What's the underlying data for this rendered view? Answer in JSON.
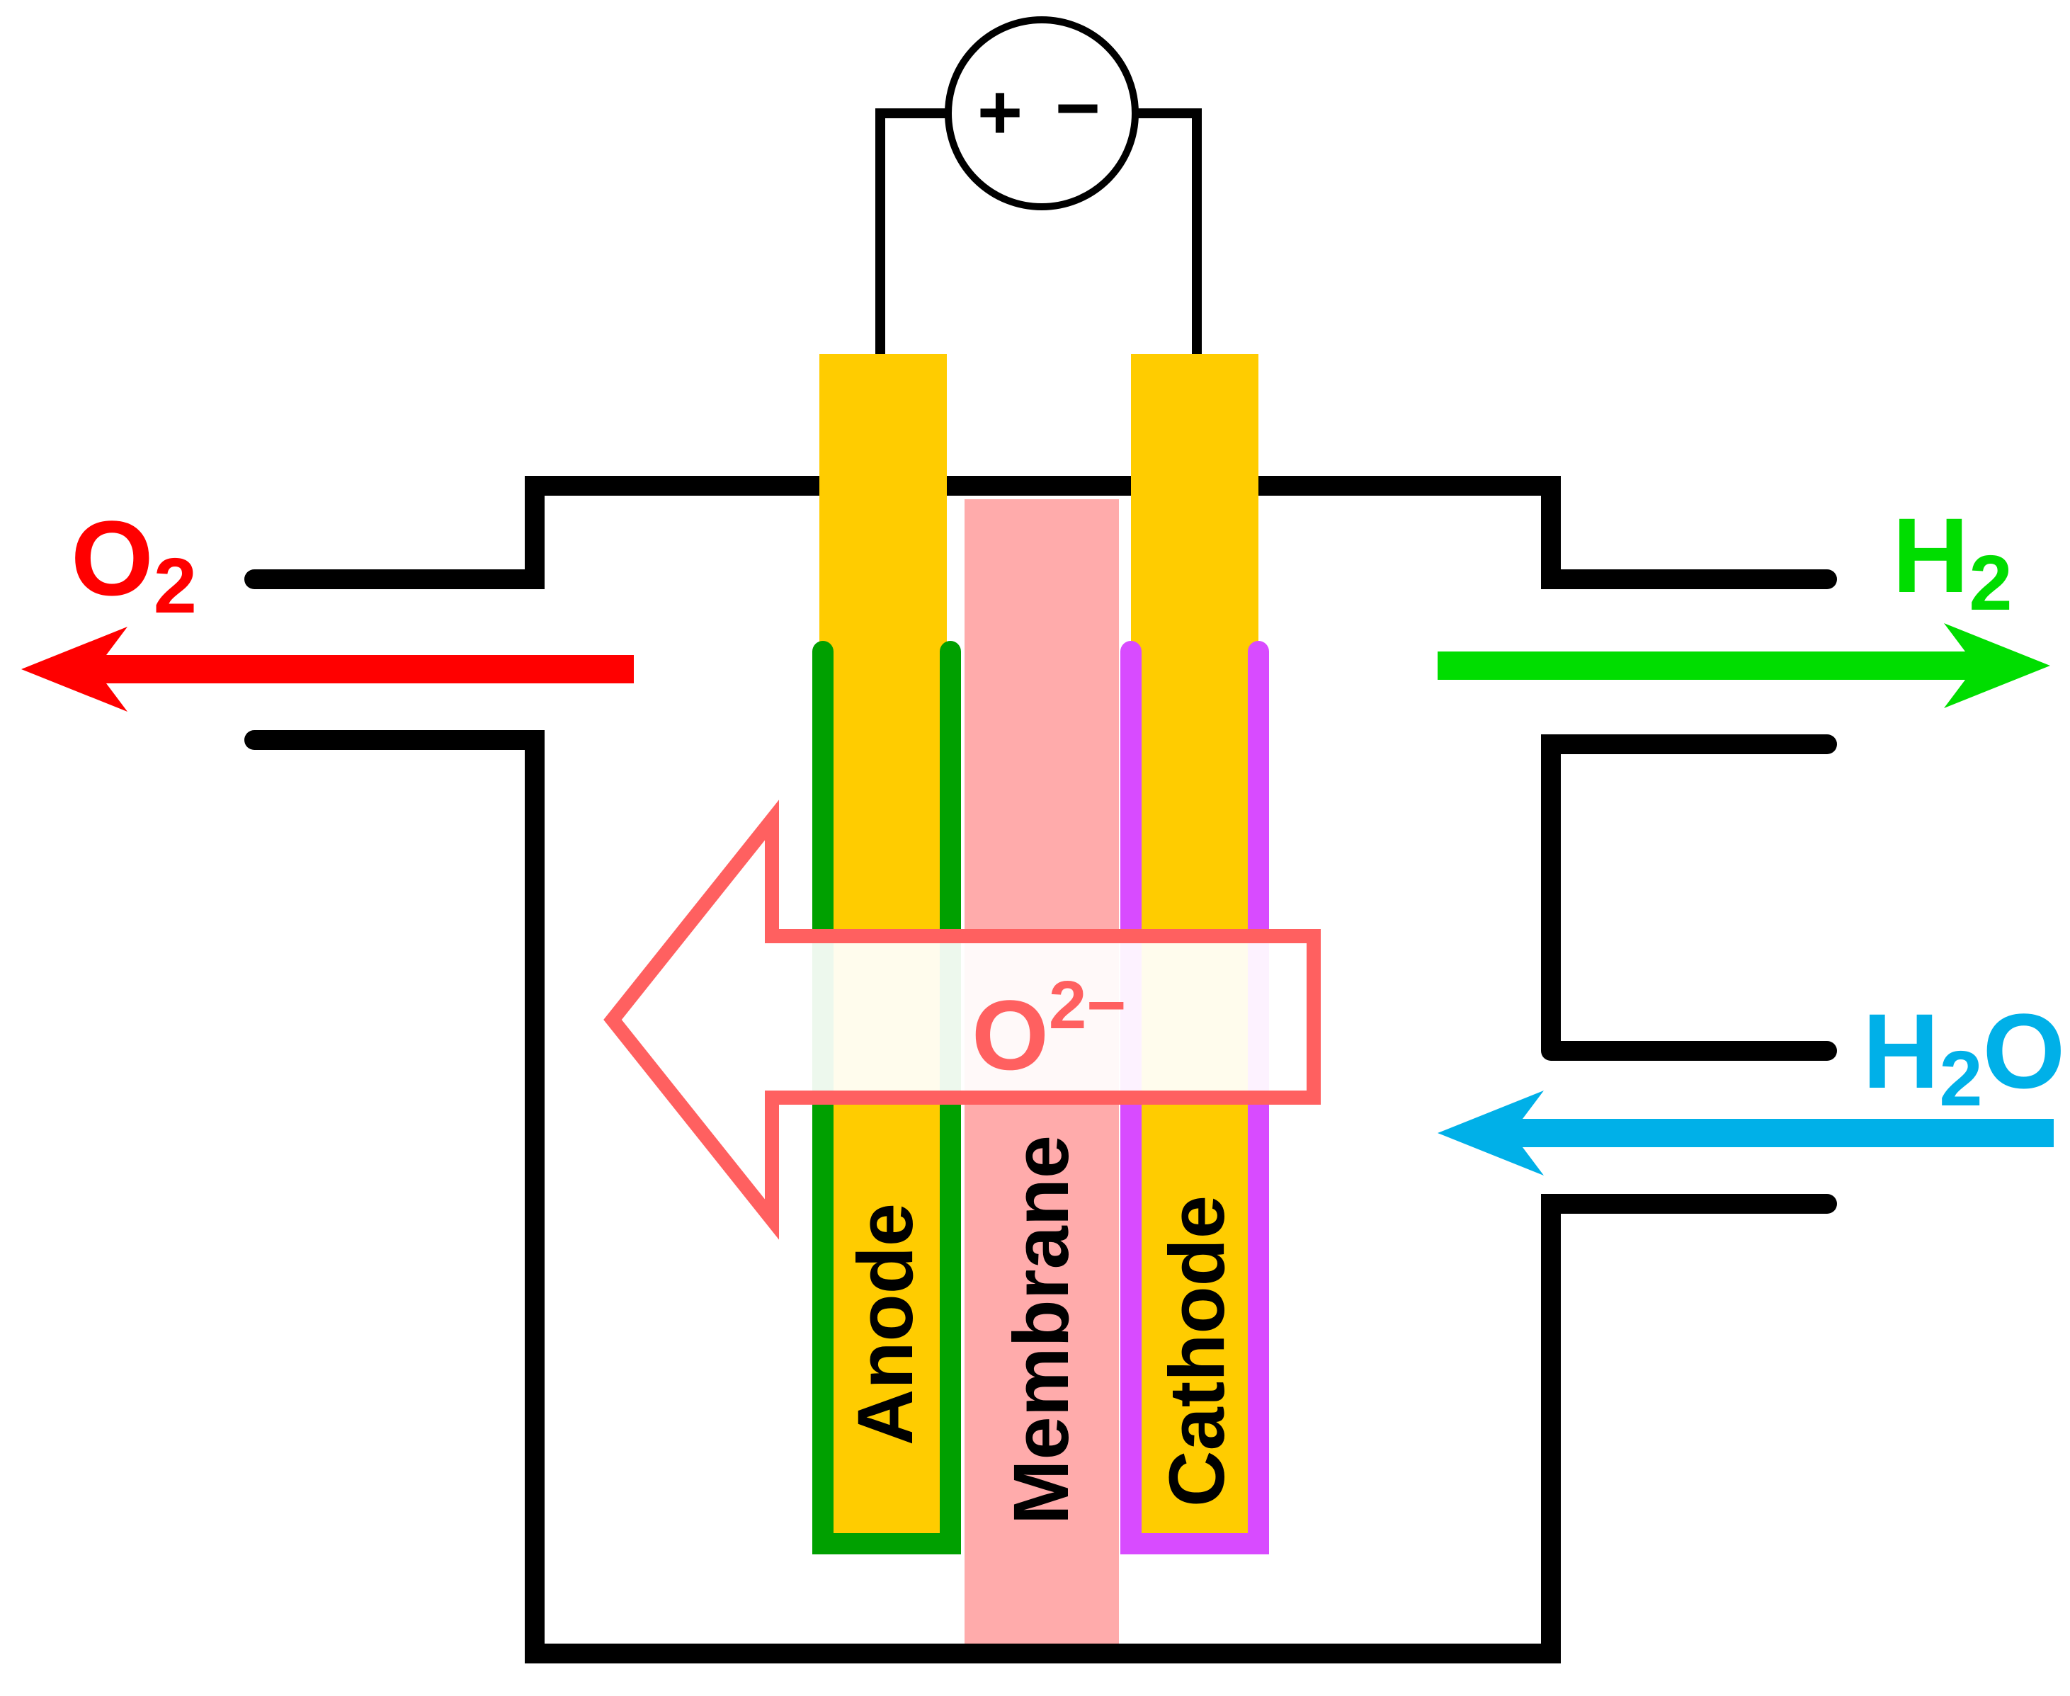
{
  "source": {
    "plus_symbol": "+",
    "minus_symbol": "−"
  },
  "labels": {
    "anode": "Anode",
    "membrane": "Membrane",
    "cathode": "Cathode"
  },
  "ion": {
    "base": "O",
    "charge": "2−"
  },
  "outputs": {
    "oxygen": {
      "base": "O",
      "sub": "2"
    },
    "hydrogen": {
      "base": "H",
      "sub": "2"
    }
  },
  "inputs": {
    "water": {
      "base": "H",
      "sub": "2",
      "tail": "O"
    }
  },
  "colors": {
    "electrode": "#FFCC00",
    "membrane": "#FFABAB",
    "anode_outline": "#00A000",
    "cathode_outline": "#D84BFF",
    "oxygen": "#FF0000",
    "hydrogen": "#00DD00",
    "water": "#00B0E8",
    "ion_arrow": "#FF6060",
    "wire": "#000000"
  }
}
